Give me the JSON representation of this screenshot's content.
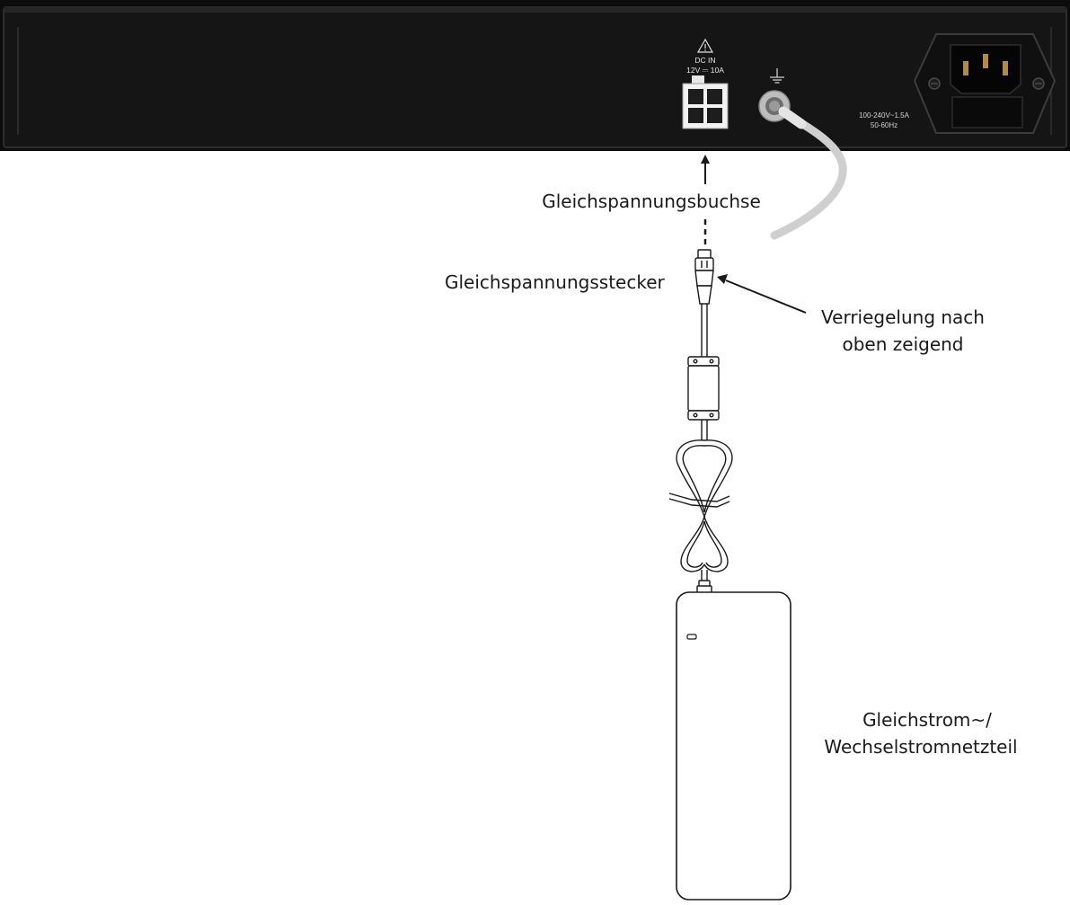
{
  "device_panel": {
    "dc_in_label": "DC IN",
    "dc_in_rating": "12V ⎓ 10A",
    "ac_rating_voltage": "100-240V~1.5A",
    "ac_rating_freq": "50-60Hz"
  },
  "labels": {
    "dc_socket": "Gleichspannungsbuchse",
    "dc_plug": "Gleichspannungsstecker",
    "latch_line1": "Verriegelung nach",
    "latch_line2": "oben zeigend",
    "psu_line1": "Gleichstrom~/",
    "psu_line2": "Wechselstromnetzteil"
  },
  "colors": {
    "chassis": "#141414",
    "chassis_edge": "#3a3a3a",
    "ground_cable": "#cfcfcf",
    "line_art": "#1a1a1a"
  },
  "icons": [
    "warning-triangle-icon",
    "ground-symbol-icon"
  ]
}
